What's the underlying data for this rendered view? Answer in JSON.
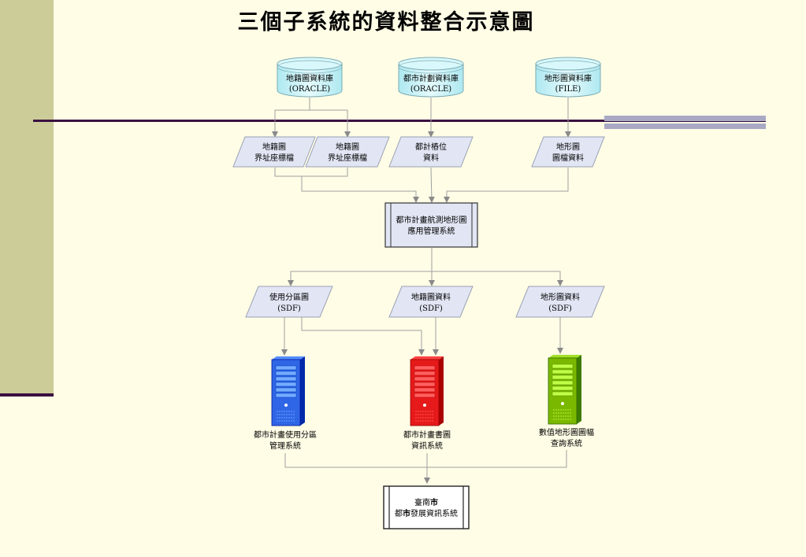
{
  "title": "三個子系統的資料整合示意圖",
  "databases": [
    {
      "line1": "地籍圖資料庫",
      "line2": "(ORACLE)"
    },
    {
      "line1": "都市計劃資料庫",
      "line2": "(ORACLE)"
    },
    {
      "line1": "地形圖資料庫",
      "line2": "(FILE)"
    }
  ],
  "data_files": [
    {
      "line1": "地籍圖",
      "line2": "界址座標檔"
    },
    {
      "line1": "地籍圖",
      "line2": "界址座標檔"
    },
    {
      "line1": "都計樁位",
      "line2": "資料"
    },
    {
      "line1": "地形圖",
      "line2": "圖檔資料"
    }
  ],
  "management_system": {
    "line1": "都市計畫航測地形圖",
    "line2": "應用管理系統"
  },
  "sdf_files": [
    {
      "line1": "使用分區圖",
      "line2": "(SDF)"
    },
    {
      "line1": "地籍圖資料",
      "line2": "(SDF)"
    },
    {
      "line1": "地形圖資料",
      "line2": "(SDF)"
    }
  ],
  "servers": [
    {
      "line1": "都市計畫使用分區",
      "line2": "管理系統",
      "color": "#2e66e6"
    },
    {
      "line1": "都市計畫書圖",
      "line2": "資訊系統",
      "color": "#e61a1a"
    },
    {
      "line1": "數值地形圖圖幅",
      "line2": "查詢系統",
      "color": "#7ab800"
    }
  ],
  "final_system": {
    "line1_a": "臺南",
    "line1_b": "市",
    "line2_a": "都",
    "line2_b": "市",
    "line2_c": "發展資訊系統"
  },
  "colors": {
    "cylinder_fill": "#c9f2f7",
    "parallelogram_fill": "#e2e6f4",
    "box_fill": "#e2e6f4",
    "connector": "#a0a0a0",
    "accent_rule": "#3a1040",
    "sidebar": "#cccc99"
  }
}
